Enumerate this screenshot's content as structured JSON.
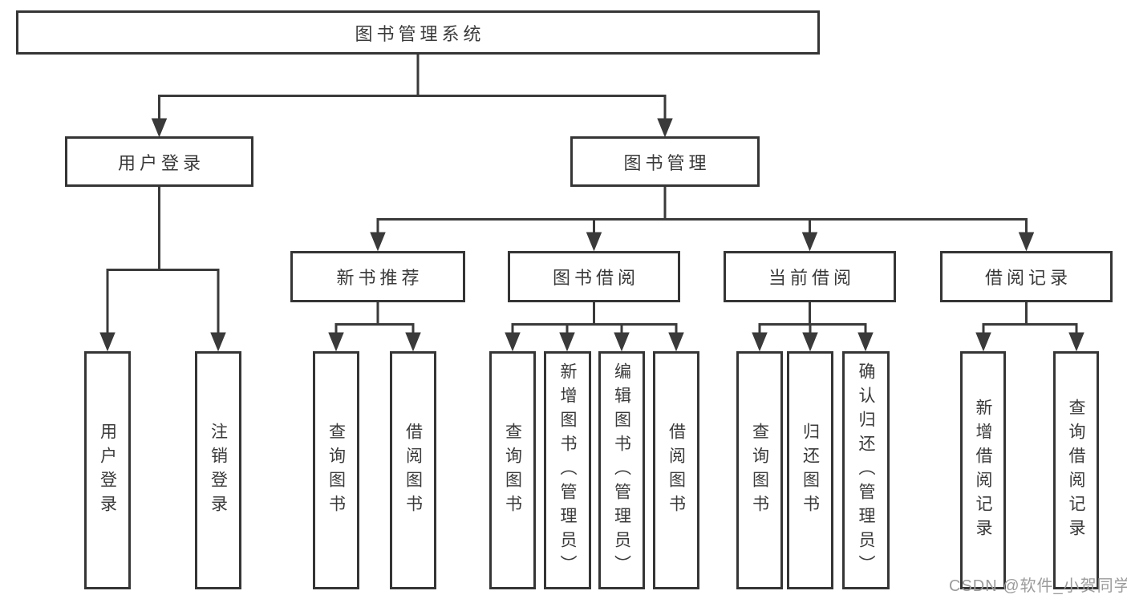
{
  "diagram": {
    "root": {
      "label": "图书管理系统"
    },
    "level2": [
      {
        "label": "用户登录"
      },
      {
        "label": "图书管理"
      }
    ],
    "level3": [
      {
        "label": "新书推荐"
      },
      {
        "label": "图书借阅"
      },
      {
        "label": "当前借阅"
      },
      {
        "label": "借阅记录"
      }
    ],
    "leaves": [
      {
        "label": "用户登录",
        "parent": "用户登录"
      },
      {
        "label": "注销登录",
        "parent": "用户登录"
      },
      {
        "label": "查询图书",
        "parent": "新书推荐"
      },
      {
        "label": "借阅图书",
        "parent": "新书推荐"
      },
      {
        "label": "查询图书",
        "parent": "图书借阅"
      },
      {
        "label": "新增图书（管理员）",
        "parent": "图书借阅"
      },
      {
        "label": "编辑图书（管理员）",
        "parent": "图书借阅"
      },
      {
        "label": "借阅图书",
        "parent": "图书借阅"
      },
      {
        "label": "查询图书",
        "parent": "当前借阅"
      },
      {
        "label": "归还图书",
        "parent": "当前借阅"
      },
      {
        "label": "确认归还（管理员）",
        "parent": "当前借阅"
      },
      {
        "label": "新增借阅记录",
        "parent": "借阅记录"
      },
      {
        "label": "查询借阅记录",
        "parent": "借阅记录"
      }
    ]
  },
  "watermark": "CSDN @软件_小贺同学",
  "colors": {
    "line": "#3a3a3a",
    "box_border": "#353535",
    "text": "#3a3a3a",
    "watermark": "#9b9b9b",
    "background": "#ffffff"
  }
}
